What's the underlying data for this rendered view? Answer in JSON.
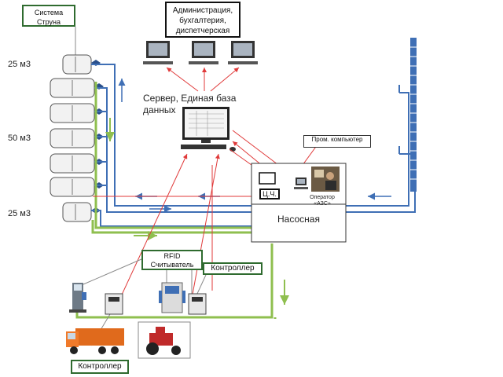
{
  "labels": {
    "system": "Система Струна",
    "admin": "Администрация, бухгалтерия, диспетчерская",
    "server": "Сервер, Единая база данных",
    "vol_top": "25 м3",
    "vol_mid": "50 м3",
    "vol_bottom": "25 м3",
    "prom": "Пром. компьютер",
    "operator": "Оператор «АЗС»",
    "cch": "Ц.Ч.",
    "pump": "Насосная",
    "rfid": "RFID Считыватель",
    "controller_mid": "Контроллер",
    "controller_bottom": "Контроллер"
  },
  "colors": {
    "blue_pipe": "#3f6fb5",
    "green_pipe": "#8fbf4f",
    "red_link": "#e03a3a",
    "gray_line": "#8a8a8a",
    "tank": "#f2f2f2"
  }
}
